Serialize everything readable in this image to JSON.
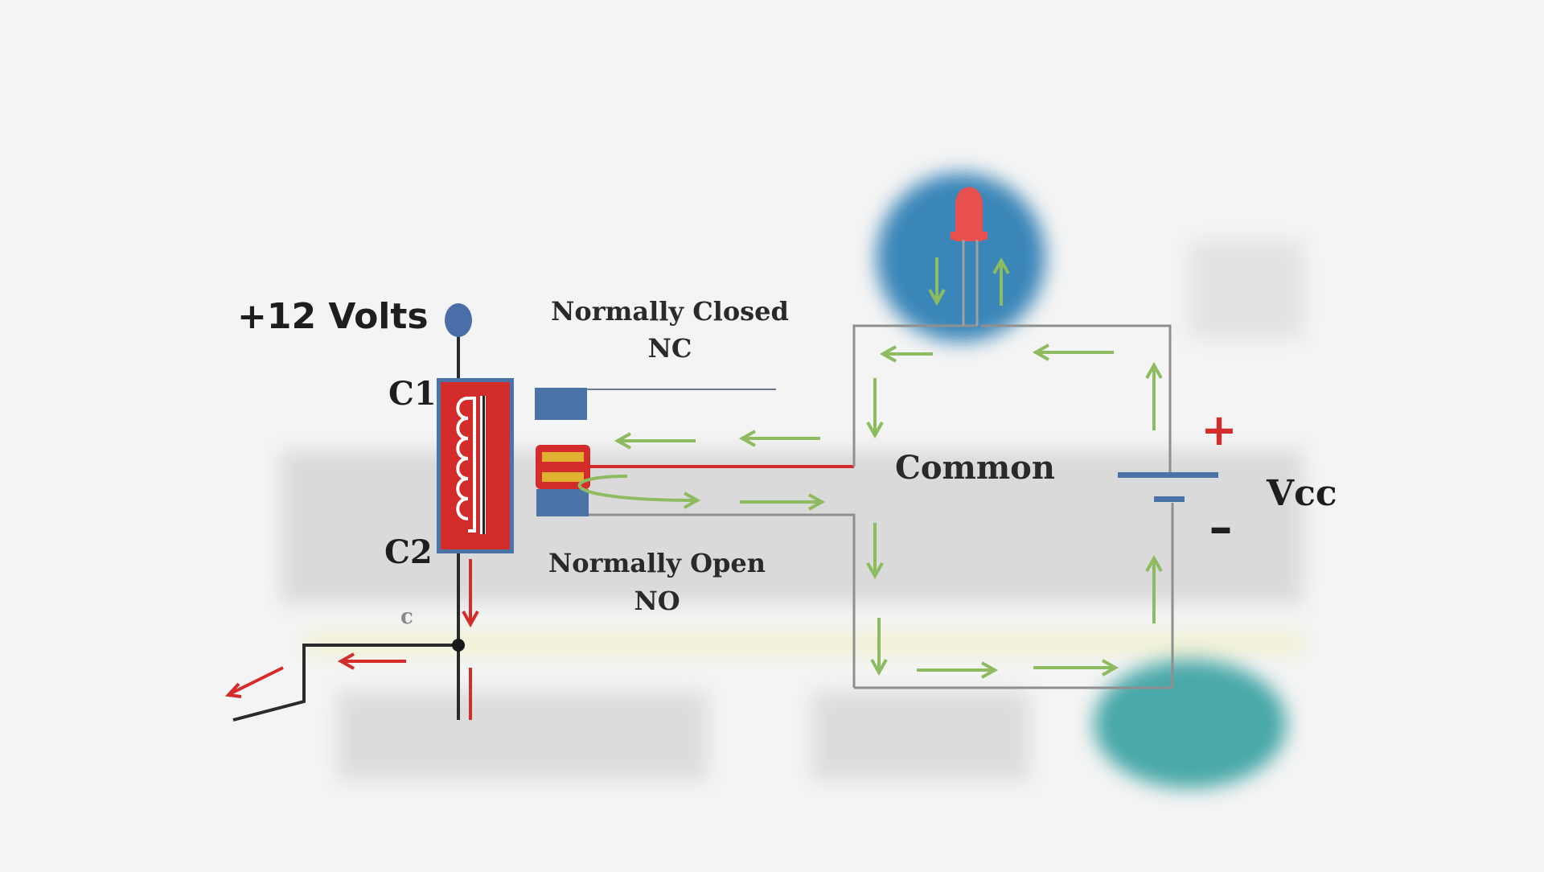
{
  "labels": {
    "supply": "+12 Volts",
    "nc_line1": "Normally Closed",
    "nc_line2": "NC",
    "no_line1": "Normally Open",
    "no_line2": "NO",
    "c1": "C1",
    "c2": "C2",
    "common": "Common",
    "vcc": "Vcc",
    "plus": "+",
    "minus": "–",
    "c_small": "c"
  },
  "colors": {
    "coil_red": "#d42b2b",
    "contact_blue": "#4a74a8",
    "contact_yellow": "#e0b030",
    "arrow_green": "#8dbb5f",
    "wire_grey": "#8f8f8f",
    "led_red": "#e85050",
    "node_blue": "#4a6fa8",
    "background": "#f4f4f4"
  }
}
